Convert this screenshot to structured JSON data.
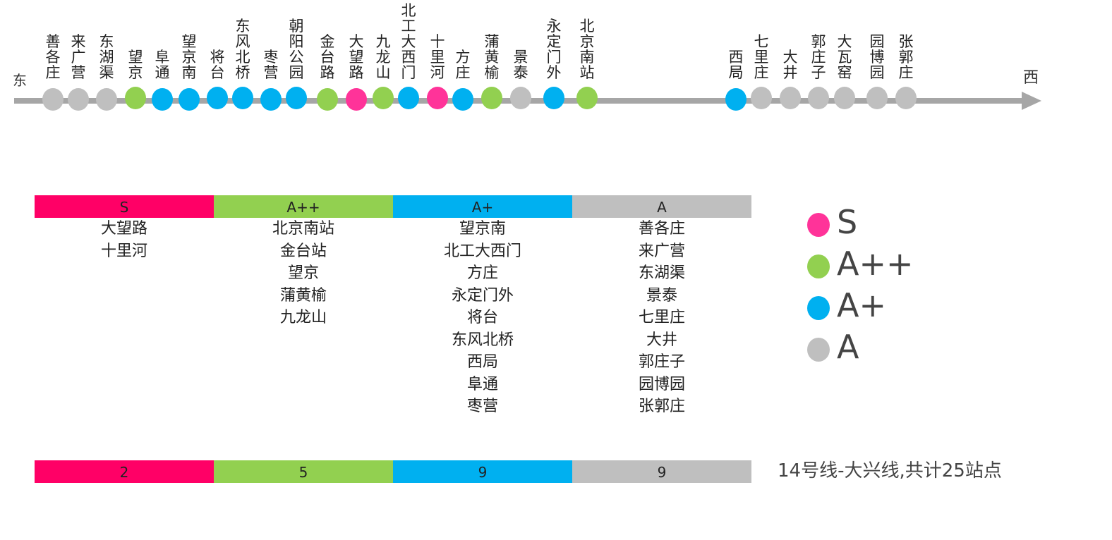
{
  "direction": {
    "east": "东",
    "west": "西"
  },
  "grades": {
    "S": {
      "label": "S",
      "color": "#ff0066"
    },
    "A2": {
      "label": "A++",
      "color": "#92d050"
    },
    "A1": {
      "label": "A+",
      "color": "#00b0f0"
    },
    "A": {
      "label": "A",
      "color": "#bfbfbf"
    }
  },
  "stations": [
    {
      "name": "善各庄",
      "grade": "A"
    },
    {
      "name": "来广营",
      "grade": "A"
    },
    {
      "name": "东湖渠",
      "grade": "A"
    },
    {
      "name": "望京",
      "grade": "A2"
    },
    {
      "name": "阜通",
      "grade": "A1"
    },
    {
      "name": "望京南",
      "grade": "A1"
    },
    {
      "name": "将台",
      "grade": "A1"
    },
    {
      "name": "东风北桥",
      "grade": "A1"
    },
    {
      "name": "枣营",
      "grade": "A1"
    },
    {
      "name": "朝阳公园",
      "grade": "A1"
    },
    {
      "name": "金台路",
      "grade": "A2"
    },
    {
      "name": "大望路",
      "grade": "S"
    },
    {
      "name": "九龙山",
      "grade": "A2"
    },
    {
      "name": "北工大西门",
      "grade": "A1"
    },
    {
      "name": "十里河",
      "grade": "S"
    },
    {
      "name": "方庄",
      "grade": "A1"
    },
    {
      "name": "蒲黄榆",
      "grade": "A2"
    },
    {
      "name": "景泰",
      "grade": "A"
    },
    {
      "name": "永定门外",
      "grade": "A1"
    },
    {
      "name": "北京南站",
      "grade": "A2"
    },
    {
      "name": "西局",
      "grade": "A1"
    },
    {
      "name": "七里庄",
      "grade": "A"
    },
    {
      "name": "大井",
      "grade": "A"
    },
    {
      "name": "郭庄子",
      "grade": "A"
    },
    {
      "name": "大瓦窑",
      "grade": "A"
    },
    {
      "name": "园博园",
      "grade": "A"
    },
    {
      "name": "张郭庄",
      "grade": "A"
    }
  ],
  "table": {
    "columns": [
      {
        "grade": "S",
        "header": "S",
        "stations": [
          "大望路",
          "十里河"
        ],
        "count": "2"
      },
      {
        "grade": "A2",
        "header": "A++",
        "stations": [
          "北京南站",
          "金台站",
          "望京",
          "蒲黄榆",
          "九龙山"
        ],
        "count": "5"
      },
      {
        "grade": "A1",
        "header": "A+",
        "stations": [
          "望京南",
          "北工大西门",
          "方庄",
          "永定门外",
          "将台",
          "东风北桥",
          "西局",
          "阜通",
          "枣营"
        ],
        "count": "9"
      },
      {
        "grade": "A",
        "header": "A",
        "stations": [
          "善各庄",
          "来广营",
          "东湖渠",
          "景泰",
          "七里庄",
          "大井",
          "郭庄子",
          "园博园",
          "张郭庄"
        ],
        "count": "9"
      }
    ]
  },
  "legend": [
    {
      "label": "S",
      "grade": "S"
    },
    {
      "label": "A++",
      "grade": "A2"
    },
    {
      "label": "A+",
      "grade": "A1"
    },
    {
      "label": "A",
      "grade": "A"
    }
  ],
  "summary": "14号线-大兴线,共计25站点"
}
